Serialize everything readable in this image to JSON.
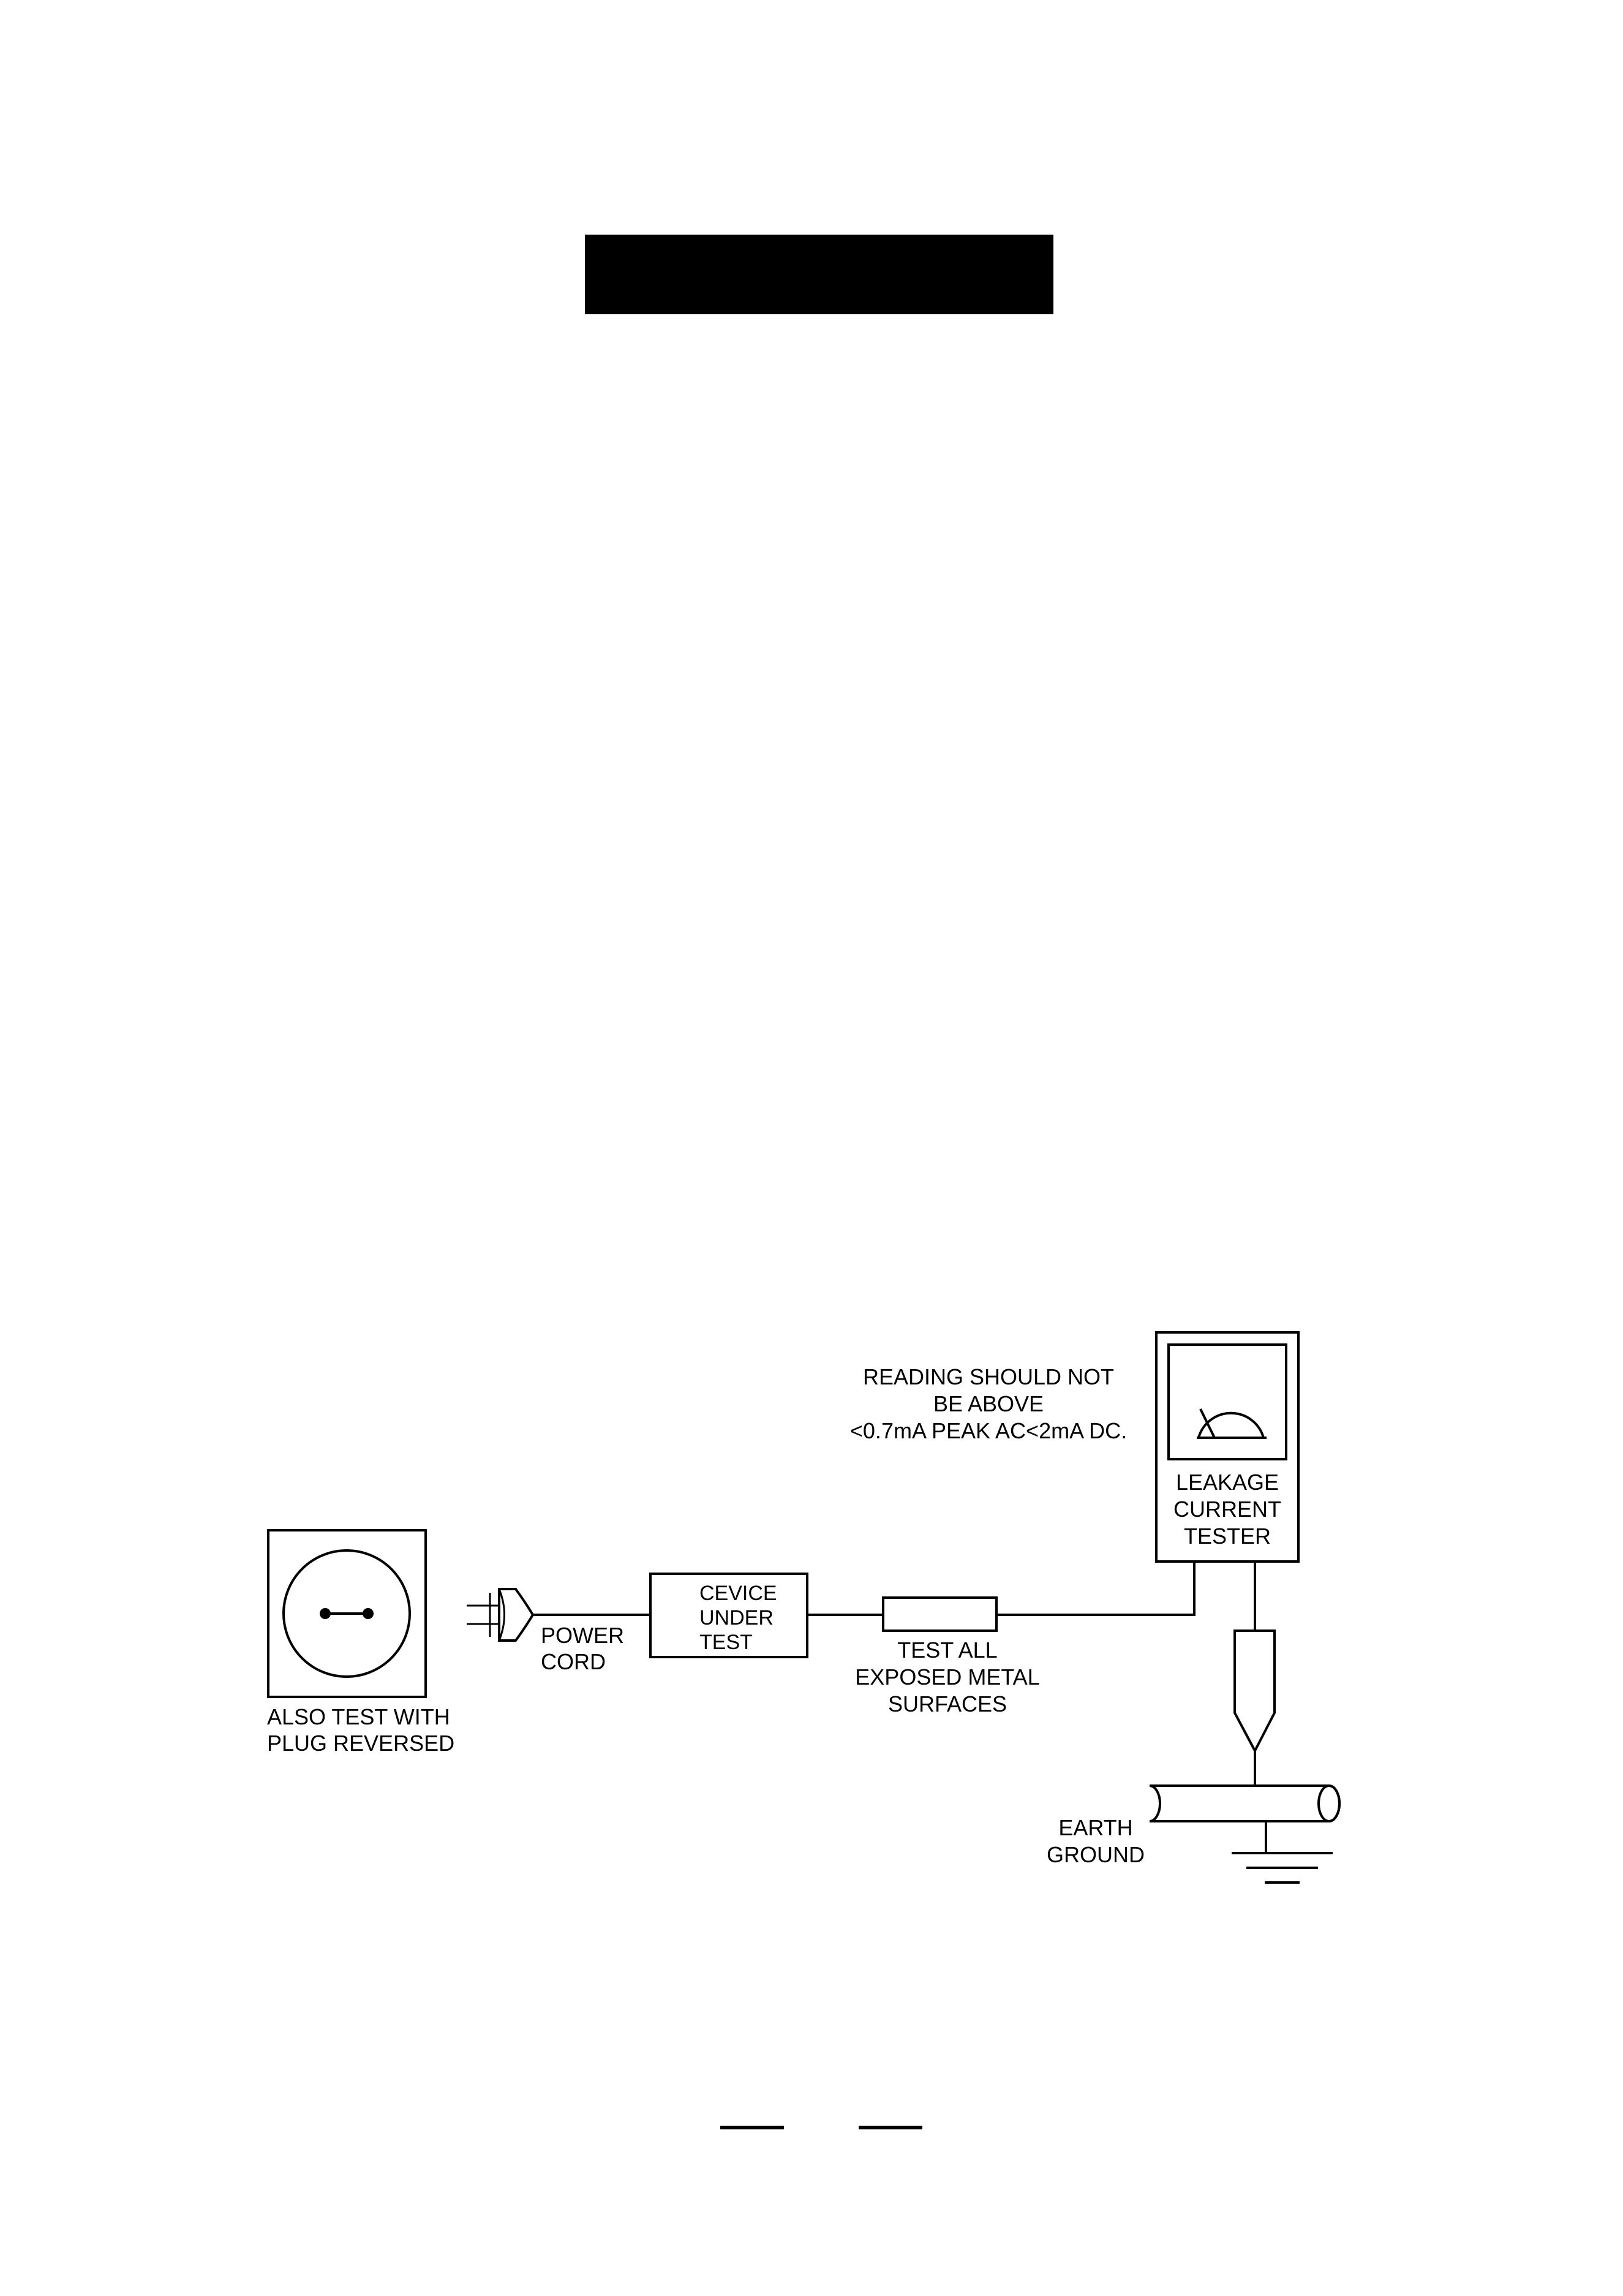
{
  "colors": {
    "ink": "#000000",
    "paper": "#ffffff"
  },
  "diagram": {
    "reading_note": [
      "READING SHOULD NOT",
      "BE ABOVE",
      "<0.7mA PEAK AC<2mA DC."
    ],
    "tester_label": [
      "LEAKAGE",
      "CURRENT",
      "TESTER"
    ],
    "device_label": [
      "CEVICE",
      "UNDER",
      "TEST"
    ],
    "power_cord_label": [
      "POWER",
      "CORD"
    ],
    "outlet_note": [
      "ALSO TEST WITH",
      "PLUG REVERSED"
    ],
    "test_metal_note": [
      "TEST ALL",
      "EXPOSED METAL",
      "SURFACES"
    ],
    "earth_label": [
      "EARTH",
      "GROUND"
    ]
  },
  "icons": {
    "outlet": "wall-outlet-icon",
    "plug": "plug-icon",
    "meter": "analog-meter-icon",
    "probe": "test-probe-icon",
    "ground": "earth-ground-icon"
  }
}
